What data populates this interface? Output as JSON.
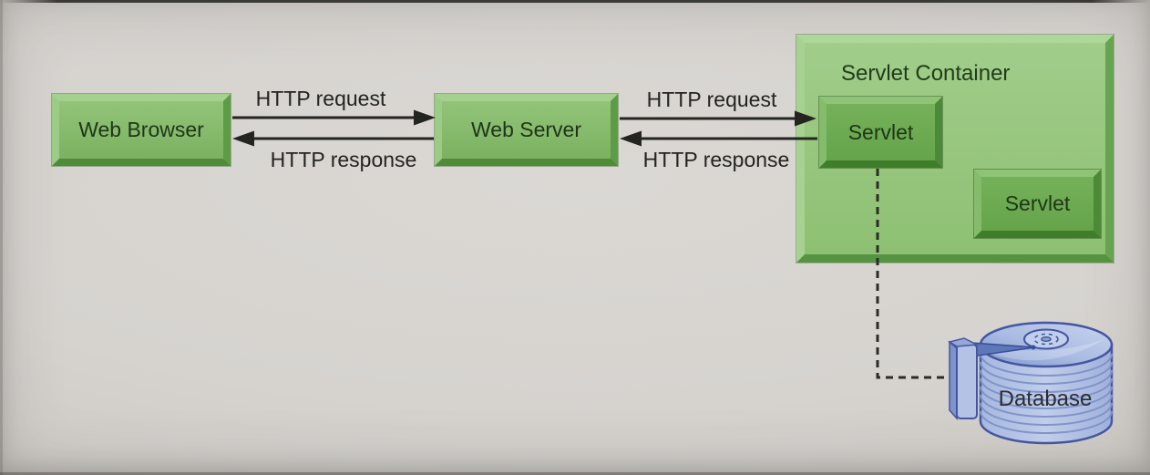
{
  "diagram": {
    "title": "Servlet architecture diagram",
    "nodes": {
      "web_browser": {
        "label": "Web Browser"
      },
      "web_server": {
        "label": "Web Server"
      },
      "servlet_container": {
        "title": "Servlet Container"
      },
      "servlet_a": {
        "label": "Servlet"
      },
      "servlet_b": {
        "label": "Servlet"
      },
      "database": {
        "label": "Database"
      }
    },
    "edges": {
      "browser_to_server_request": {
        "label": "HTTP request"
      },
      "server_to_browser_response": {
        "label": "HTTP response"
      },
      "server_to_servlet_request": {
        "label": "HTTP request"
      },
      "servlet_to_server_response": {
        "label": "HTTP response"
      },
      "servlet_to_database": {
        "style": "dashed"
      }
    },
    "colors": {
      "background": "#d6d3cf",
      "node_face": "#86ba6c",
      "node_highlight": "#a4d28e",
      "node_shadow": "#4e8c39",
      "container_face": "#97c67e",
      "inner_node_face": "#6dab52",
      "node_text": "#1e3517",
      "arrow": "#242421",
      "database_fill": "#b9c7e6",
      "database_outline": "#44569f",
      "database_text": "#2c2c32"
    }
  }
}
